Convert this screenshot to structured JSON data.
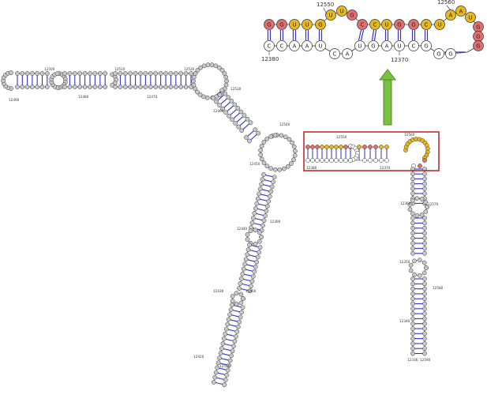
{
  "colors": {
    "gray_nt": "#c8c8c8",
    "white_nt": "#ffffff",
    "red_nt": "#e07070",
    "yellow_nt": "#e8b820",
    "outline": "#333333",
    "pair_line": "#3333cc",
    "highlight_box": "#b82020",
    "arrow": "#7ac142",
    "arrow_edge": "#4c8a2a"
  },
  "inset": {
    "top_strand": [
      "G",
      "G",
      "U",
      "U",
      "G",
      "U",
      "U",
      "G",
      "C",
      "C",
      "U",
      "G",
      "G",
      "C",
      "U",
      "A",
      "A",
      "U",
      "G",
      "G",
      "G"
    ],
    "top_colors": [
      "red",
      "red",
      "yellow",
      "yellow",
      "yellow",
      "yellow",
      "yellow",
      "red",
      "red",
      "yellow",
      "yellow",
      "red",
      "red",
      "yellow",
      "yellow",
      "yellow",
      "yellow",
      "yellow",
      "red",
      "red",
      "red"
    ],
    "bottom_strand": [
      "C",
      "C",
      "A",
      "A",
      "U",
      "C",
      "A",
      "U",
      "G",
      "A",
      "U",
      "C",
      "G",
      "G",
      "G"
    ],
    "labels": {
      "l12550": "12550",
      "l12560": "12560",
      "l12380": "12380",
      "l12370": "12370"
    }
  },
  "overview_labels": {
    "a": "12500",
    "b": "12510",
    "c": "12520",
    "d": "12490",
    "e": "12480",
    "f": "12470",
    "g": "12530",
    "h": "12460",
    "i": "12540",
    "j": "12450",
    "k": "12550",
    "l": "12560",
    "m": "12380",
    "n": "12370",
    "o": "12360",
    "p": "12570",
    "q": "12440",
    "r": "12390",
    "s": "12350",
    "t": "12580",
    "u": "12430",
    "v": "12400",
    "w": "12340",
    "x": "12420",
    "y": "12410",
    "z": "12336",
    "aa": "12590"
  }
}
